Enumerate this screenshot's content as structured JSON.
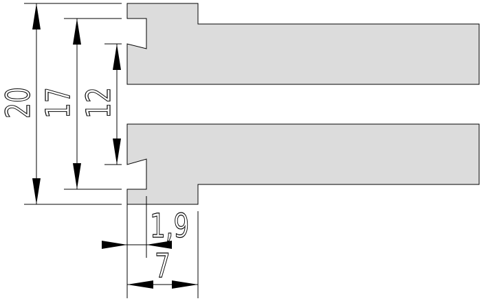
{
  "drawing": {
    "part_fill_color": "#dcdcdc",
    "line_color": "#000000",
    "dimensions": {
      "overall_height": "20",
      "outer_step_height": "17",
      "inner_opening_height": "12",
      "groove_depth": "1,9",
      "flange_width": "7"
    }
  }
}
